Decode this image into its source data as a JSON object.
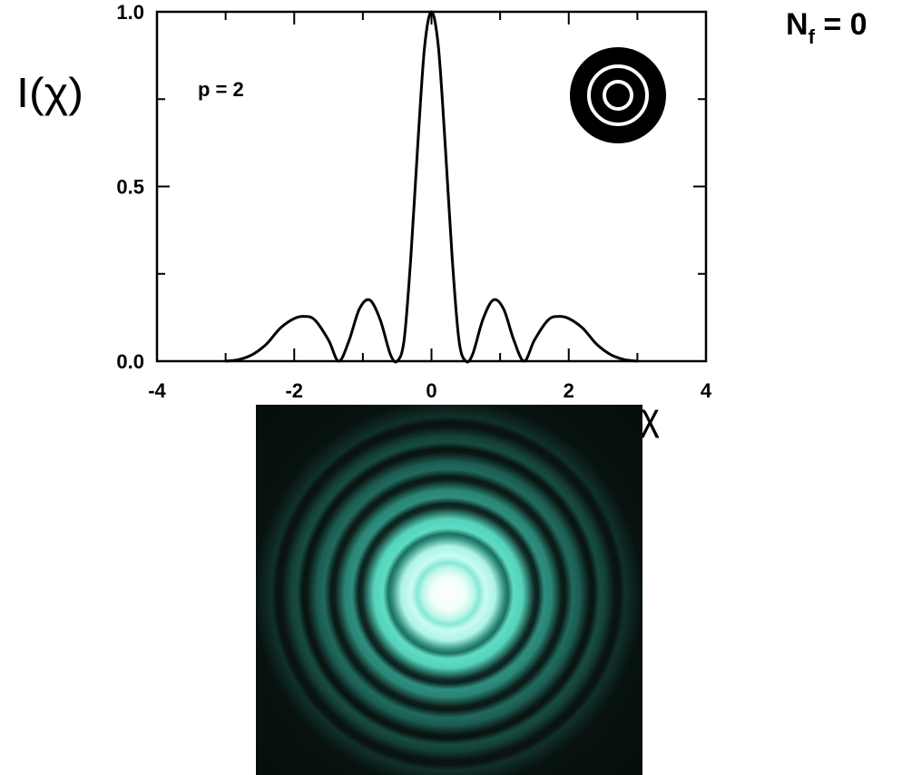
{
  "chart_data": {
    "type": "line",
    "title": "",
    "xlabel": "χ",
    "ylabel": "I(χ)",
    "xlim": [
      -4,
      4
    ],
    "ylim": [
      0,
      1
    ],
    "xticks": [
      -4,
      -2,
      0,
      2,
      4
    ],
    "xtick_labels": [
      "-4",
      "-2",
      "0",
      "2",
      "4"
    ],
    "yticks": [
      0,
      0.5,
      1
    ],
    "ytick_labels": [
      "0.0",
      "0.5",
      "1.0"
    ],
    "grid": false,
    "series": [
      {
        "x": [
          -3.0,
          -2.8,
          -2.6,
          -2.4,
          -2.2,
          -2.0,
          -1.85,
          -1.7,
          -1.5,
          -1.35,
          -1.2,
          -1.05,
          -0.9,
          -0.75,
          -0.6,
          -0.5,
          -0.4,
          -0.3,
          -0.2,
          -0.1,
          0.0,
          0.1,
          0.2,
          0.3,
          0.4,
          0.5,
          0.6,
          0.75,
          0.9,
          1.05,
          1.2,
          1.35,
          1.5,
          1.7,
          1.85,
          2.0,
          2.2,
          2.4,
          2.6,
          2.8,
          3.0
        ],
        "y": [
          0.0,
          0.005,
          0.02,
          0.05,
          0.095,
          0.122,
          0.128,
          0.118,
          0.06,
          0.0,
          0.06,
          0.15,
          0.175,
          0.12,
          0.02,
          0.0,
          0.06,
          0.3,
          0.62,
          0.9,
          1.0,
          0.9,
          0.62,
          0.3,
          0.06,
          0.0,
          0.02,
          0.12,
          0.175,
          0.15,
          0.06,
          0.0,
          0.06,
          0.118,
          0.128,
          0.122,
          0.095,
          0.05,
          0.02,
          0.005,
          0.0
        ]
      }
    ],
    "annotations": [
      "p = 2"
    ]
  },
  "side_label": {
    "main": "N",
    "sub": "f",
    "rest": " = 0"
  },
  "colors": {
    "curve": "#000000",
    "inset_disk": "#000000",
    "inset_rings": "#ffffff"
  }
}
